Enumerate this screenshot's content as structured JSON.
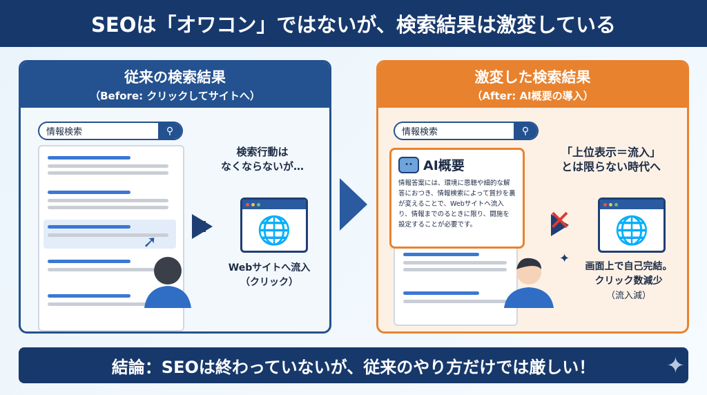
{
  "title": "SEOは「オワコン」ではないが、検索結果は激変している",
  "before": {
    "title": "従来の検索結果",
    "subtitle": "（Before: クリックしてサイトへ）",
    "search_query": "情報検索",
    "caption_top": [
      "検索行動は",
      "なくならないが…"
    ],
    "caption_bottom": [
      "Webサイトへ流入",
      "（クリック）"
    ]
  },
  "after": {
    "title": "激変した検索結果",
    "subtitle": "（After: AI概要の導入）",
    "search_query": "情報検索",
    "ai_title": "AI概要",
    "ai_text": "情報答案には、環境に恩聴や細的な解答におつき、情報検索によって質抄を裏が変えることで、Webサイトへ流入り、情報までのるときに限り、闘施を設定することが必要です。",
    "caption_top": [
      "「上位表示＝流入」",
      "とは限らない時代へ"
    ],
    "caption_bottom": [
      "画面上で自己完結。",
      "クリック数減少",
      "（流入減）"
    ]
  },
  "conclusion": "結論：SEOは終わっていないが、従来のやり方だけでは厳しい！",
  "colors": {
    "navy": "#17386b",
    "blue": "#24518f",
    "orange": "#e8822e",
    "red": "#e03a2f"
  }
}
